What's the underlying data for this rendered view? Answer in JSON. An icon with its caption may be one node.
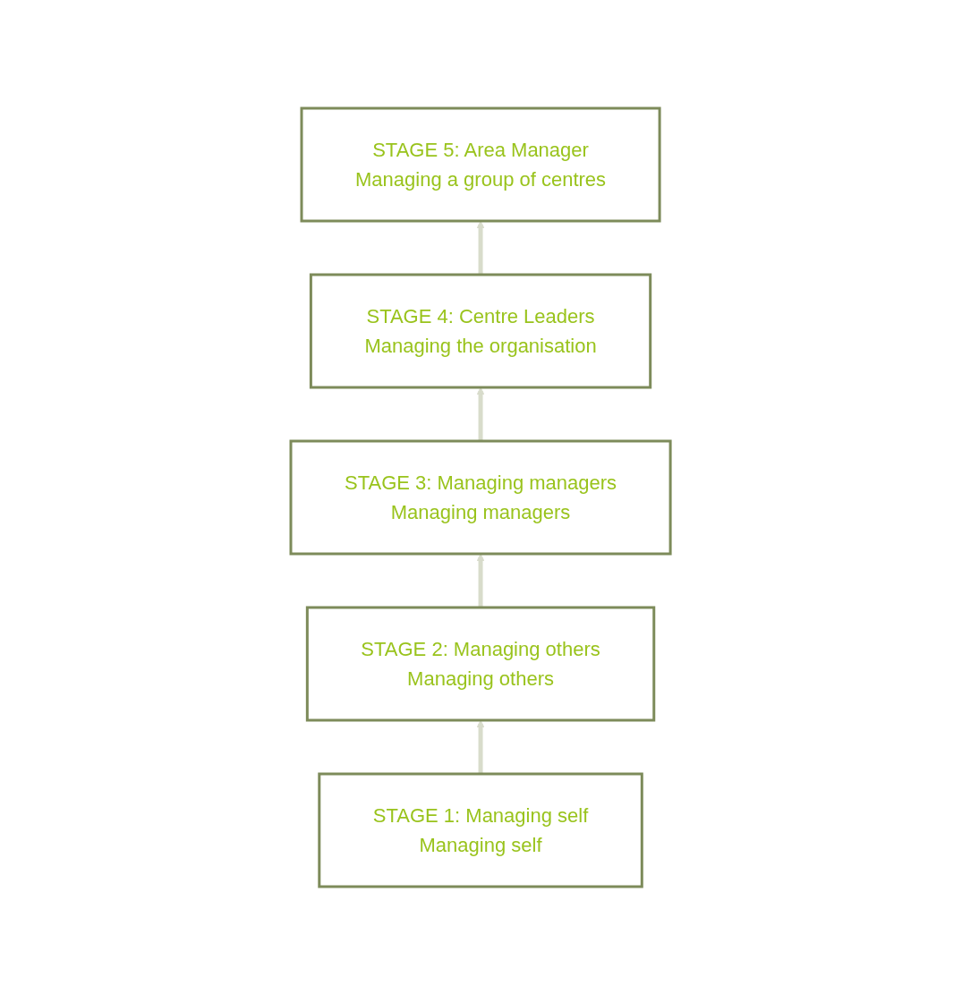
{
  "diagram": {
    "nodes": [
      {
        "text": [
          "STAGE 5: Area Manager",
          "Managing a group of centres"
        ]
      },
      {
        "text": [
          "STAGE 4: Centre Leaders",
          "Managing the organisation"
        ]
      },
      {
        "text": [
          "STAGE 3: Managing managers",
          "Managing managers"
        ]
      },
      {
        "text": [
          "STAGE 2: Managing others",
          "Managing others"
        ]
      },
      {
        "text": [
          "STAGE 1: Managing self",
          "Managing self"
        ]
      }
    ],
    "edges": [
      {
        "from": 4,
        "to": 3,
        "arrow": "to"
      },
      {
        "from": 3,
        "to": 2,
        "arrow": "to"
      },
      {
        "from": 2,
        "to": 1,
        "arrow": "to"
      },
      {
        "from": 1,
        "to": 0,
        "arrow": "to"
      }
    ]
  }
}
